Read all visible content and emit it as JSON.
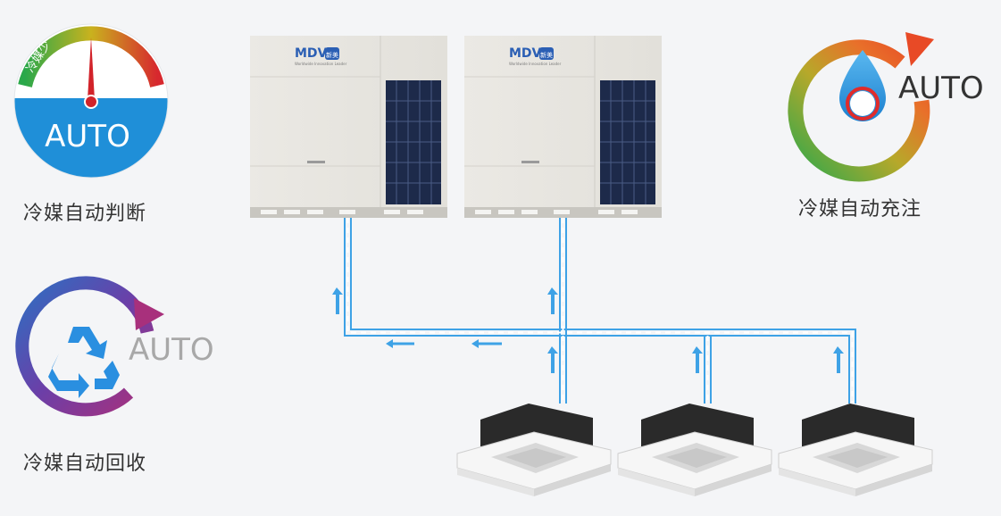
{
  "features": {
    "judge": {
      "label": "冷媒自动判断",
      "auto": "AUTO",
      "gauge_low_label": "冷媒少"
    },
    "charge": {
      "label": "冷媒自动充注",
      "auto": "AUTO"
    },
    "recover": {
      "label": "冷媒自动回收",
      "auto": "AUTO"
    }
  },
  "outdoor_units": [
    {
      "brand": "MDV",
      "brand_sub": "新美",
      "tagline": "Worldwide Innovation Leader"
    },
    {
      "brand": "MDV",
      "brand_sub": "新美",
      "tagline": "Worldwide Innovation Leader"
    }
  ],
  "indoor_units": [
    {
      "type": "cassette"
    },
    {
      "type": "cassette"
    },
    {
      "type": "cassette"
    }
  ],
  "colors": {
    "pipe": "#3ea2e6",
    "auto_blue": "#1f8fd8",
    "auto_gray": "#a8a8a8",
    "auto_dark": "#333333",
    "needle_red": "#d2232a"
  }
}
